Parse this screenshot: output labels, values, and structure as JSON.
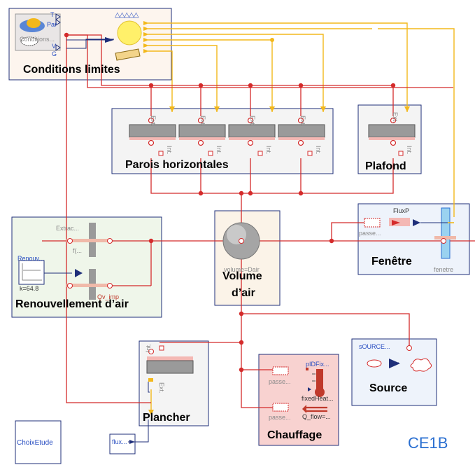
{
  "blocks": {
    "conditions": {
      "title": "Conditions limites",
      "sub_label": "Conditions...",
      "port_labels": [
        "T",
        "Par",
        "V",
        "G"
      ],
      "triangles": "△△△△△"
    },
    "parois": {
      "title": "Parois horizontales",
      "ext_label": "Ext.",
      "int_label": "Int."
    },
    "plafond": {
      "title": "Plafond",
      "ext_label": "Ext.",
      "int_label": "Int."
    },
    "renouvellement": {
      "title": "Renouvellement d’air",
      "extrac_label": "Extrac...",
      "f_label": "f(...",
      "qv_label": "Qv_imp",
      "renouv_label": "Renouv...",
      "k_label": "k=64.8"
    },
    "volume": {
      "title_line1": "Volume",
      "title_line2": "d’air",
      "sub_label": "volume=Dair"
    },
    "fenetre": {
      "title": "Fenêtre",
      "flux_label": "FluxP",
      "passe_label": "passe...",
      "fenetre_label": "fenetre"
    },
    "plancher": {
      "title": "Plancher",
      "int_label": "Int.",
      "ext_label": "Ext."
    },
    "chauffage": {
      "title": "Chauffage",
      "passe1_label": "passe...",
      "passe2_label": "passe...",
      "pid_label": "pIDFix...",
      "fixed_label": "fixedHeat...",
      "qflow_label": "Q_flow=..."
    },
    "source": {
      "title": "Source",
      "label": "sOURCE..."
    },
    "choix": {
      "title": "ChoixEtude"
    },
    "flux": {
      "title": "flux..."
    }
  },
  "diagram_name": "CE1B",
  "colors": {
    "wire_red": "#d42b2b",
    "wire_yellow": "#f3b81b",
    "wire_blue": "#1f2f7a",
    "node_red": "#d42b2b",
    "wall_gray": "#9a9a9a",
    "wall_pink": "#f4b8b4",
    "accent_blue": "#2a6fd1"
  }
}
